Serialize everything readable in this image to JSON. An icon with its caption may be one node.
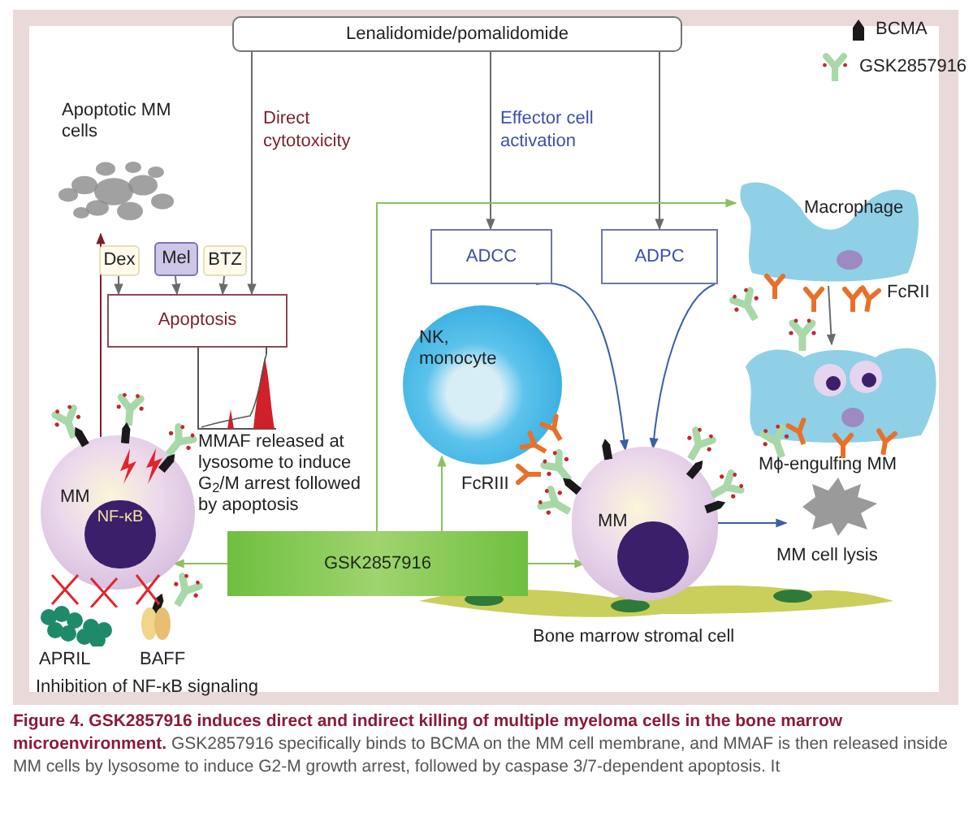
{
  "diagram": {
    "caption": "**Figure 4. GSK2857916 induces direct and indirect killing of multiple myeloma cells in the bone marrow microenvironment.** GSK2857916 specifically binds to BCMA on the MM cell membrane, and MMAF is then released inside MM cells by lysosome to induce G2-M growth arrest, followed by caspase 3/7-dependent apoptosis. It",
    "nodes": [
      {
        "text": [
          "Lenalidomide/pomalidomide"
        ]
      },
      {
        "text": [
          "Apoptotic MM cells"
        ]
      },
      {
        "text": [
          "Dex"
        ]
      },
      {
        "text": [
          "Mel"
        ]
      },
      {
        "text": [
          "BTZ"
        ]
      },
      {
        "text": [
          "Apoptosis"
        ]
      },
      {
        "text": [
          "ADCC"
        ]
      },
      {
        "text": [
          "ADPC"
        ]
      },
      {
        "text": [
          "Macrophage"
        ]
      },
      {
        "text": [
          "NK, monocyte"
        ]
      },
      {
        "text": [
          "Mϕ-engulfing MM"
        ]
      },
      {
        "text": [
          "MM"
        ]
      },
      {
        "text": [
          "NF-κB"
        ],
        "in": 11
      },
      {
        "text": [
          "GSK2857916"
        ]
      },
      {
        "text": [
          "MM"
        ]
      },
      {
        "text": [
          "MM cell lysis"
        ]
      },
      {
        "text": [
          "Bone marrow stromal cell"
        ]
      }
    ],
    "edges": [
      {
        "from": 0,
        "to": 5,
        "arrow": "to",
        "label": "Direct cytotoxicity"
      },
      {
        "from": 0,
        "to": 6,
        "arrow": "to",
        "label": "Effector cell activation"
      },
      {
        "from": 0,
        "to": 7,
        "arrow": "to"
      },
      {
        "from": 2,
        "to": 5,
        "arrow": "to"
      },
      {
        "from": 3,
        "to": 5,
        "arrow": "to"
      },
      {
        "from": 4,
        "to": 5,
        "arrow": "to"
      },
      {
        "from": 11,
        "to": 1,
        "arrow": "to",
        "color": "#7a1f2b"
      },
      {
        "from": 13,
        "to": 11,
        "arrow": "to",
        "color": "#8cc063"
      },
      {
        "from": 13,
        "to": 14,
        "arrow": "to",
        "color": "#8cc063"
      },
      {
        "from": 13,
        "to": 9,
        "arrow": "to",
        "color": "#8cc063"
      },
      {
        "from": 13,
        "to": 8,
        "arrow": "to",
        "color": "#8cc063"
      },
      {
        "from": 6,
        "to": 14,
        "arrow": "to",
        "color": "#3b5ea8"
      },
      {
        "from": 7,
        "to": 14,
        "arrow": "to",
        "color": "#3b5ea8"
      },
      {
        "from": 8,
        "to": 10,
        "arrow": "to"
      },
      {
        "from": 14,
        "to": 15,
        "arrow": "to",
        "color": "#3b5ea8"
      }
    ],
    "labels": [
      "MMAF released at lysosome to induce G$_{2}$/M arrest followed by apoptosis",
      "FcRII",
      "FcRIII",
      "APRIL",
      "BAFF",
      "Inhibition of NF-κB signaling"
    ],
    "legend": [
      {
        "text": "BCMA"
      },
      {
        "text": "GSK2857916"
      }
    ]
  }
}
